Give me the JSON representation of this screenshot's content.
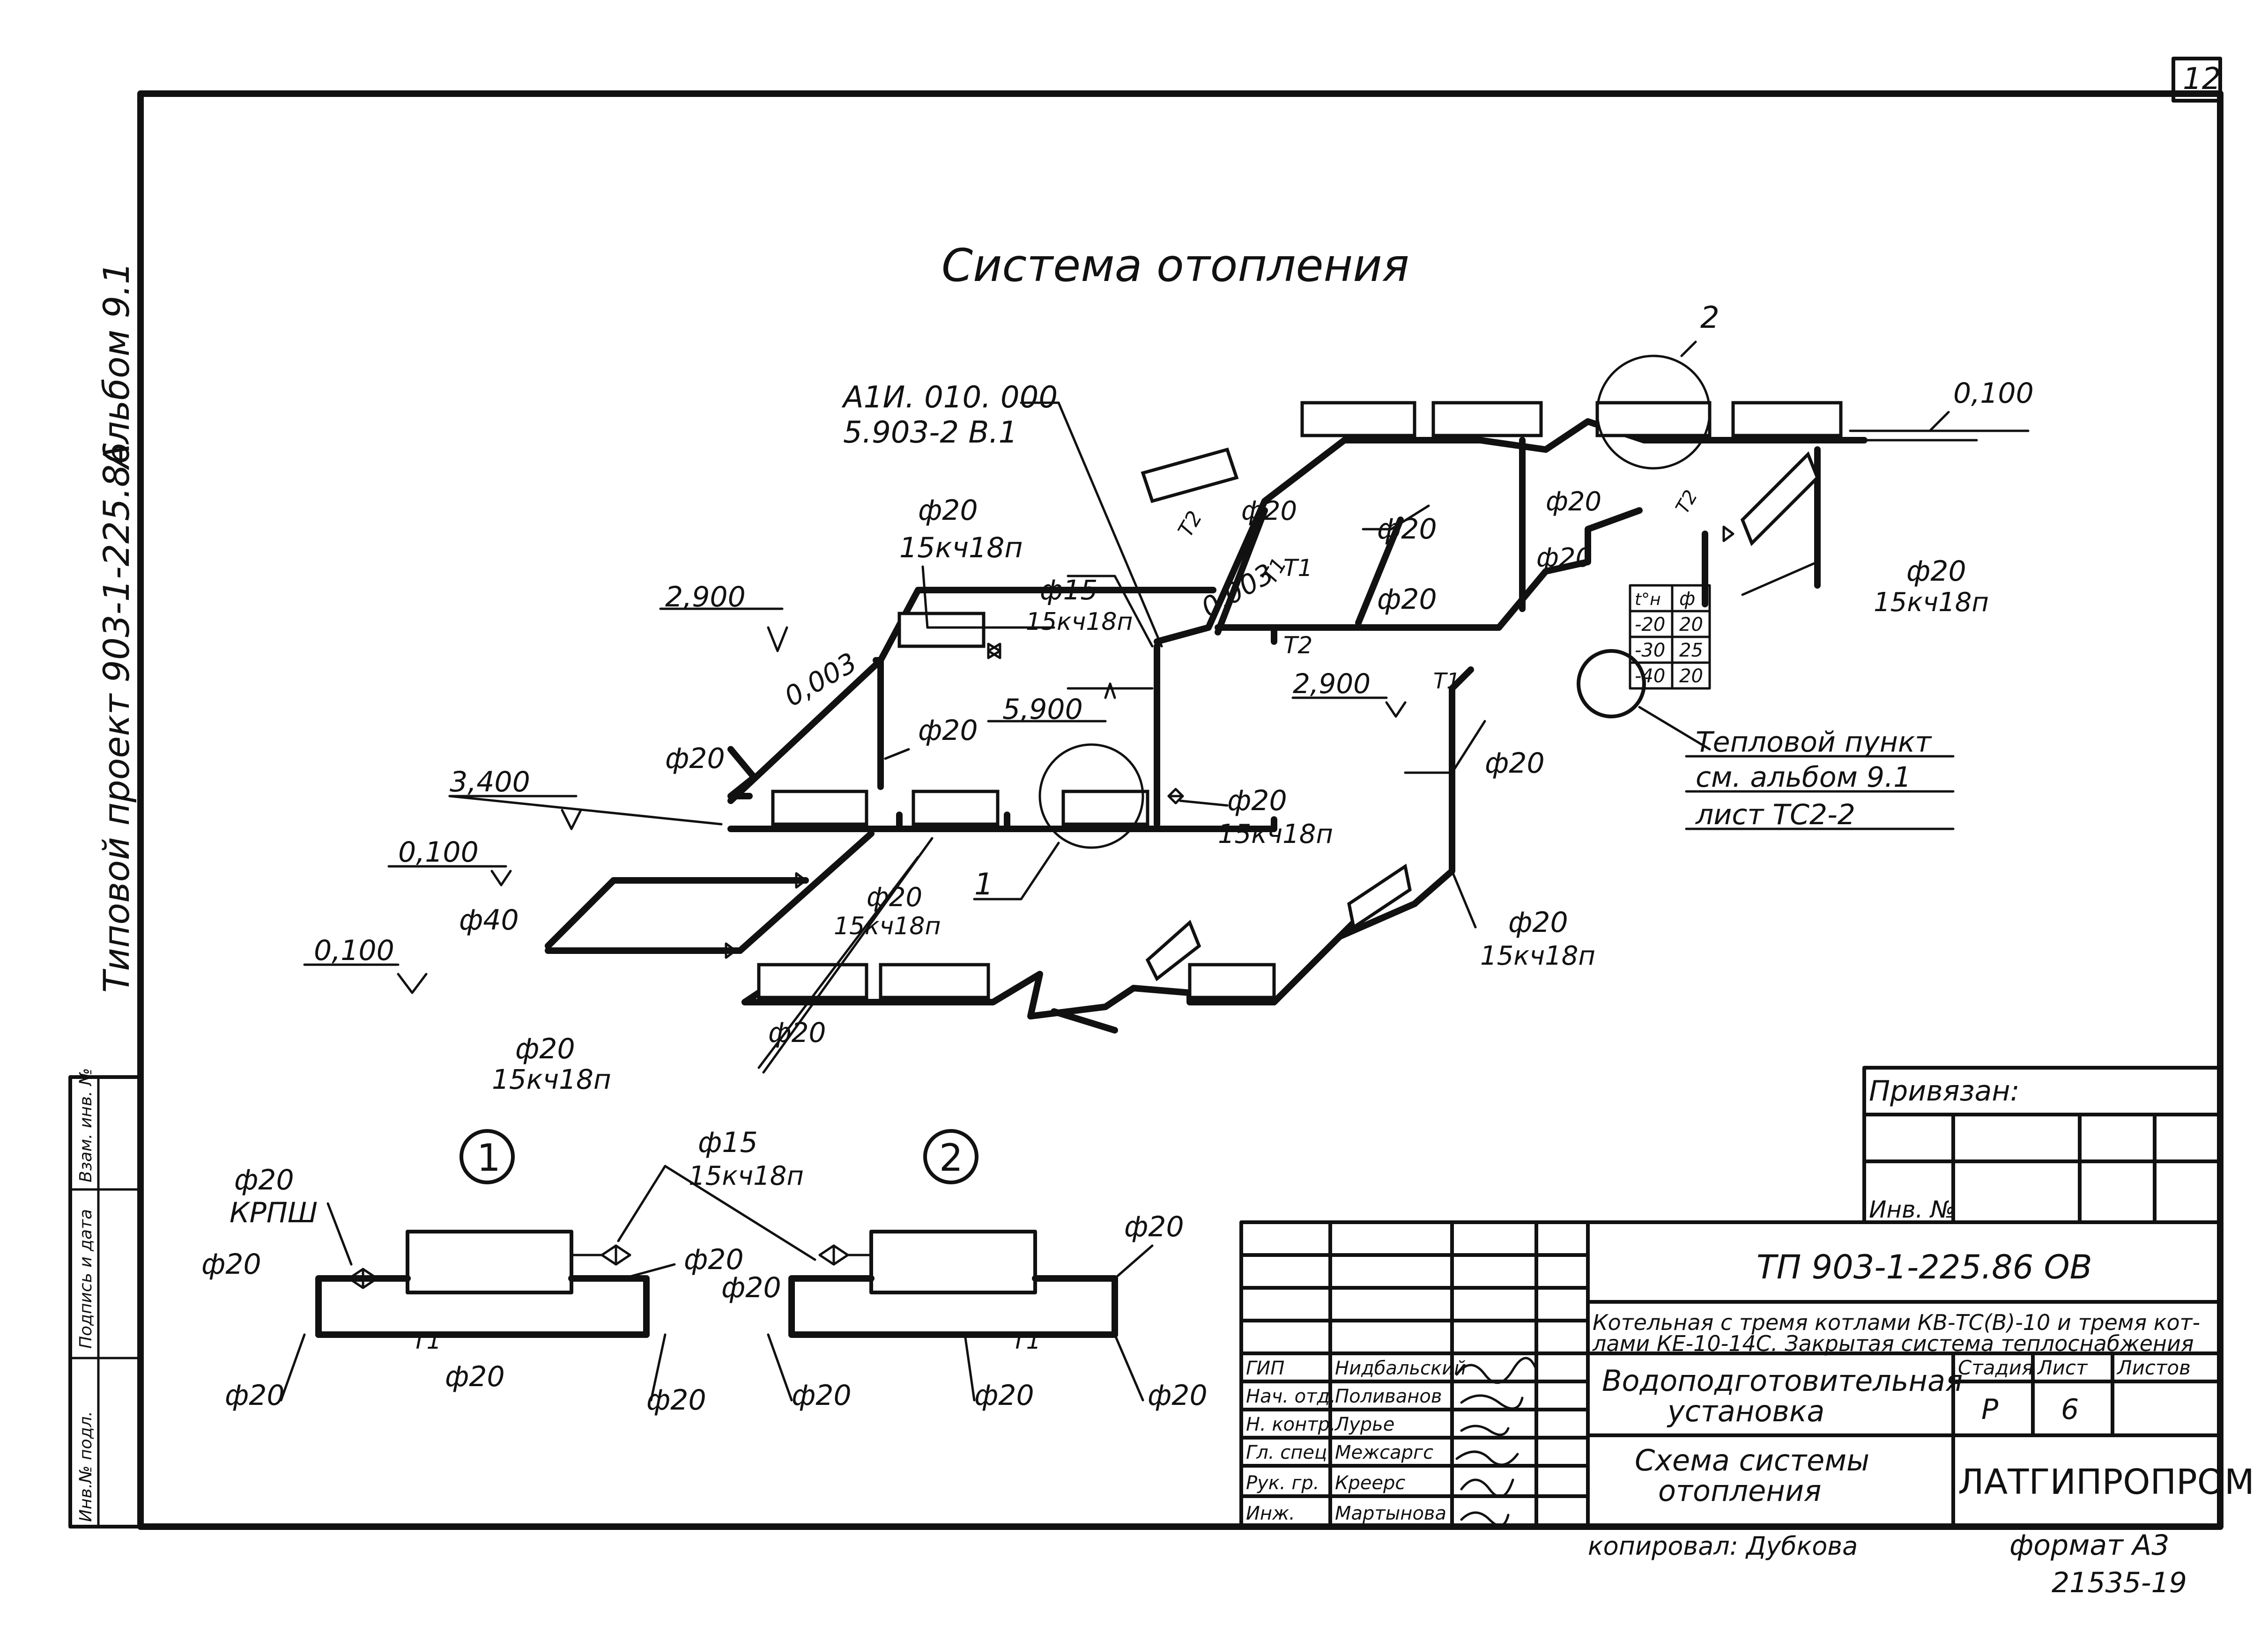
{
  "sheet": {
    "number": "12",
    "side_project": "Типовой проект 903-1-225.86",
    "side_album": "Альбом 9.1",
    "side_fields": [
      "Инв.№ подл.",
      "Подпись и дата",
      "Взам. инв. №"
    ]
  },
  "title": "Система отопления",
  "labels": {
    "ref_top": "А1И. 010. 000",
    "ref_bottom": "5.903-2 В.1",
    "d20": "ф20",
    "d15": "ф15",
    "d40": "ф40",
    "valve": "15кч18п",
    "krpsh": "КРПШ",
    "elev_2900": "2,900",
    "elev_3400": "3,400",
    "elev_0100": "0,100",
    "elev_5900": "5,900",
    "slope": "0,003",
    "t1": "Т1",
    "t2": "Т2",
    "node_1": "1",
    "node_2": "2",
    "heat_point_1": "Тепловой пункт",
    "heat_point_2": "см. альбом 9.1",
    "heat_point_3": "лист ТС2-2"
  },
  "temp_table": {
    "header": [
      "t°н",
      "ф"
    ],
    "rows": [
      [
        "-20",
        "20"
      ],
      [
        "-30",
        "25"
      ],
      [
        "-40",
        "20"
      ]
    ]
  },
  "details": {
    "detail_1": "1",
    "detail_2": "2"
  },
  "title_block": {
    "attached": "Привязан:",
    "inv_no": "Инв. №",
    "code": "ТП 903-1-225.86   ОВ",
    "desc_1": "Котельная с тремя котлами КВ-ТС(В)-10 и тремя кот-",
    "desc_2": "лами КЕ-10-14С. Закрытая система теплоснабжения",
    "sub_1": "Водоподготовительная",
    "sub_2": "установка",
    "sheet_1": "Схема системы",
    "sheet_2": "отопления",
    "hdr_stage": "Стадия",
    "hdr_sheet": "Лист",
    "hdr_sheets": "Листов",
    "stage": "Р",
    "sheet_no": "6",
    "org": "ЛАТГИПРОПРОМ",
    "roles": [
      "ГИП",
      "Нач. отд.",
      "Н. контр.",
      "Гл. спец.",
      "Рук. гр.",
      "Инж."
    ],
    "names": [
      "Нидбальский",
      "Поливанов",
      "Лурье",
      "Межсаргс",
      "Креерс",
      "Мартынова"
    ],
    "copied": "копировал: Дубкова",
    "format": "формат А3",
    "doc_no": "21535-19"
  }
}
